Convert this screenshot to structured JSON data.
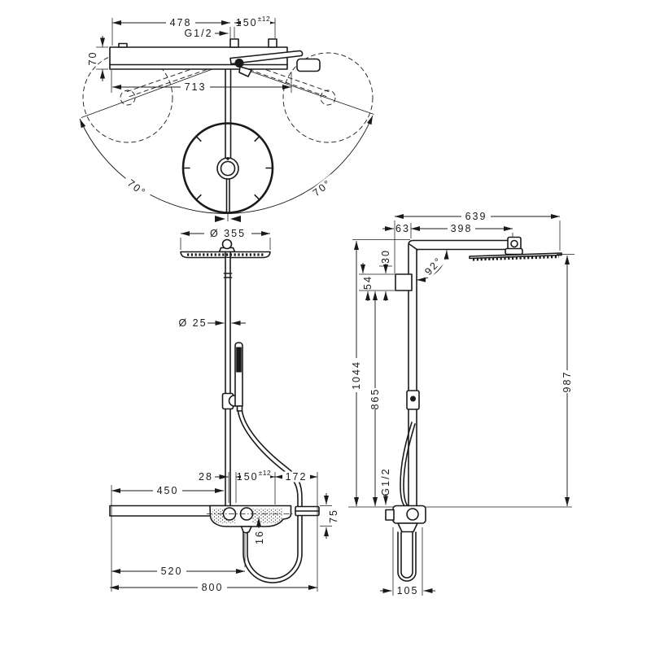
{
  "drawing": {
    "type": "shower-system-technical-drawing",
    "colors": {
      "ink": "#1a1a1a",
      "background": "#ffffff"
    }
  },
  "top_view": {
    "dim_478": "478",
    "dim_150": "150",
    "dim_150_tol": "±12",
    "g_half": "G1/2",
    "dim_70": "70",
    "dim_713": "713",
    "angle_left": "70°",
    "angle_right": "70°"
  },
  "front_view": {
    "dia_head": "Ø 355",
    "dia_pipe": "Ø 25",
    "dim_28": "28",
    "dim_150": "150",
    "dim_150_tol": "±12",
    "dim_172": "172",
    "dim_450": "450",
    "dim_75": "75",
    "dim_16": "16",
    "dim_520": "520",
    "dim_800": "800"
  },
  "side_view": {
    "dim_639": "639",
    "dim_63": "63",
    "dim_398": "398",
    "angle": "92°",
    "dim_30": "30",
    "dim_54": "54",
    "dim_1044": "1044",
    "dim_865": "865",
    "dim_987": "987",
    "g_half": "G1/2",
    "dim_105": "105"
  }
}
